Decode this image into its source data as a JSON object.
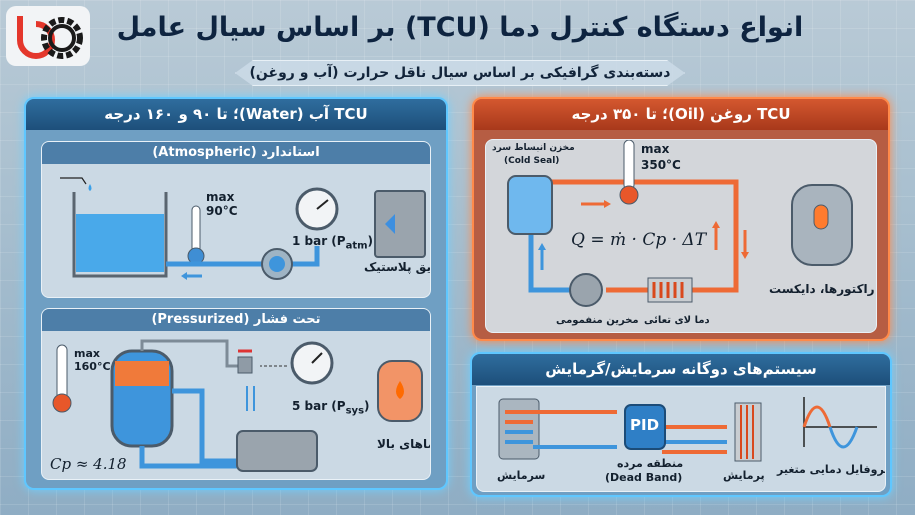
{
  "header": {
    "title": "انواع دستگاه کنترل دما (TCU) بر اساس سیال عامل",
    "subtitle": "دسته‌بندی گرافیکی بر اساس سیال ناقل حرارت (آب و روغن)"
  },
  "water_panel": {
    "title": "TCU آب (Water)؛ تا ۹۰ و ۱۶۰ درجه",
    "atmospheric": {
      "title": "استاندارد (Atmospheric)",
      "max_temp_label": "max",
      "max_temp": "90°C",
      "pressure": "1 bar (P",
      "pressure_sub": "atm",
      "pressure_end": ")",
      "application": "تزریق پلاستیک"
    },
    "pressurized": {
      "title": "تحت فشار (Pressurized)",
      "max_temp_label": "max",
      "max_temp": "160°C",
      "pressure": "5 bar (P",
      "pressure_sub": "sys",
      "pressure_end": ")",
      "application": "دماهای بالا",
      "formula": "Cp ≈ 4.18"
    }
  },
  "oil_panel": {
    "title": "TCU روغن (Oil)؛ تا ۳۵۰ درجه",
    "tank_label": "مخزن انبساط سرد",
    "tank_label_en": "(Cold Seal)",
    "max_temp_label": "max",
    "max_temp": "350°C",
    "formula": "Q = ṁ · Cp · ΔT",
    "pump_label": "مخرین منفمومی",
    "heater_label": "دما لای تعائی",
    "application": "راکتورها، دایکست"
  },
  "dual_panel": {
    "title": "سیستم‌های دوگانه سرمایش/گرمایش",
    "cooling_label": "سرمایش",
    "pid_label": "PID",
    "deadband_label": "منطقه مرده",
    "deadband_en": "(Dead Band)",
    "heating_label": "پرمایش",
    "profile_label": "پروفایل دمایی متغیر"
  },
  "colors": {
    "water": "#2f8fd8",
    "oil": "#e8572a",
    "panel_glow_water": "#5fc7ff",
    "panel_glow_oil": "#ff8a4a"
  }
}
